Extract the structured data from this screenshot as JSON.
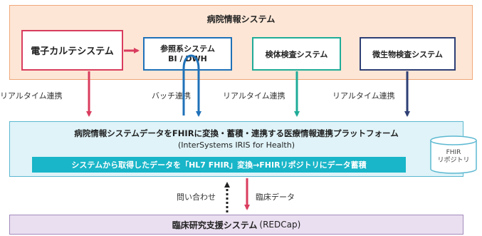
{
  "hospital_system": {
    "title": "病院情報システム",
    "emr": "電子カルテシステム",
    "reference_line1": "参照系システム",
    "reference_line2": "BI / DWH",
    "lab": "検体検査システム",
    "micro": "微生物検査システム"
  },
  "connections": {
    "realtime_1": "リアルタイム連携",
    "batch": "バッチ連携",
    "realtime_2": "リアルタイム連携",
    "realtime_3": "リアルタイム連携"
  },
  "platform": {
    "title": "病院情報システムデータをFHIRに変換・蓄積・連携する医療情報連携プラットフォーム",
    "subtitle": "(InterSystems IRIS for Health)",
    "banner": "システムから取得したデータを「HL7 FHIR」変換→FHIRリポジトリにデータ蓄積",
    "repository_line1": "FHIR",
    "repository_line2": "リポジトリ"
  },
  "research": {
    "query": "問い合わせ",
    "clinical_data": "臨床データ",
    "system_name": "臨床研究支援システム",
    "system_paren": "(REDCap)"
  },
  "colors": {
    "emr": "#d93c5e",
    "reference": "#1f71b8",
    "lab": "#1fac98",
    "micro": "#2e3f74",
    "banner": "#19b5c8",
    "hospital_bg": "#fde6d6",
    "platform_bg": "#dff3f8",
    "research_bg": "#eadff0"
  }
}
